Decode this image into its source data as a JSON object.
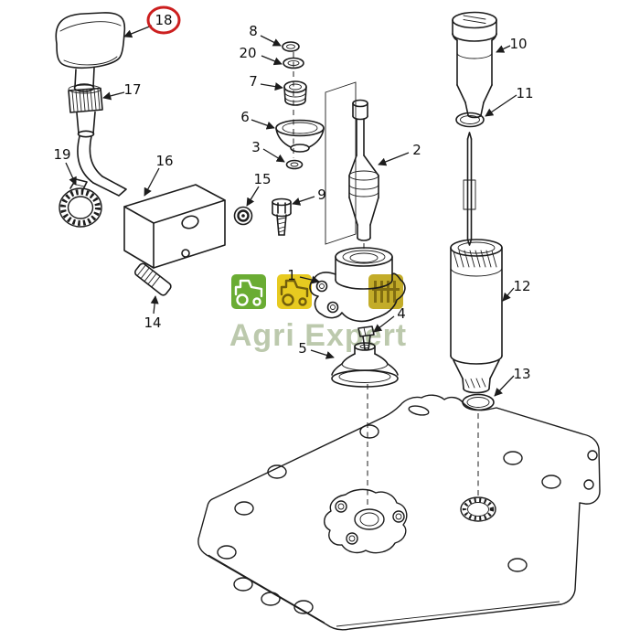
{
  "page": {
    "background": "#ffffff"
  },
  "watermark": {
    "text": "Agri Expert",
    "text_color": "#b9c7a9",
    "badges": [
      {
        "name": "tractor-badge-green",
        "color": "#63a829"
      },
      {
        "name": "tractor-badge-yellow",
        "color": "#e6c815"
      },
      {
        "name": "implement-badge-olive",
        "color": "#c0a81e"
      }
    ]
  },
  "diagram": {
    "type": "exploded-parts-diagram",
    "line_color": "#1c1c1c",
    "highlight": {
      "part": "18",
      "color": "#cc1f1f"
    },
    "callouts": {
      "c1": "1",
      "c2": "2",
      "c3": "3",
      "c4": "4",
      "c5": "5",
      "c6": "6",
      "c7": "7",
      "c8": "8",
      "c9": "9",
      "c10": "10",
      "c11": "11",
      "c12": "12",
      "c13": "13",
      "c14": "14",
      "c15": "15",
      "c16": "16",
      "c17": "17",
      "c18": "18",
      "c19": "19",
      "c20": "20"
    }
  }
}
